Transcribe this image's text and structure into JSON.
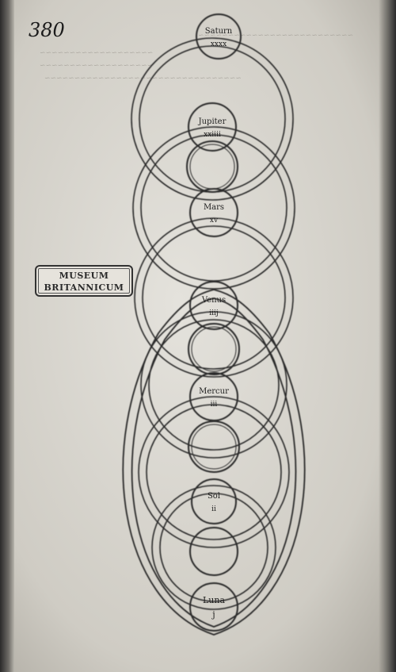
{
  "page": {
    "number": "380"
  },
  "stamp": {
    "line1": "MUSEUM",
    "line2": "BRITANNICUM"
  },
  "diagram": {
    "planets": [
      {
        "id": "saturn",
        "name": "Saturn",
        "numeral": "xxxx"
      },
      {
        "id": "jupiter",
        "name": "Jupiter",
        "numeral": "xxiiii"
      },
      {
        "id": "mars",
        "name": "Mars",
        "numeral": "xv"
      },
      {
        "id": "venus",
        "name": "Venus",
        "numeral": "iiij"
      },
      {
        "id": "mercury",
        "name": "Mercur",
        "numeral": "iii"
      },
      {
        "id": "sun",
        "name": "Sol",
        "numeral": "ii"
      },
      {
        "id": "moon",
        "name": "Luna",
        "numeral": "j"
      }
    ]
  },
  "colors": {
    "ink": "#2b2b2b",
    "paper": "#dcd9d2"
  }
}
